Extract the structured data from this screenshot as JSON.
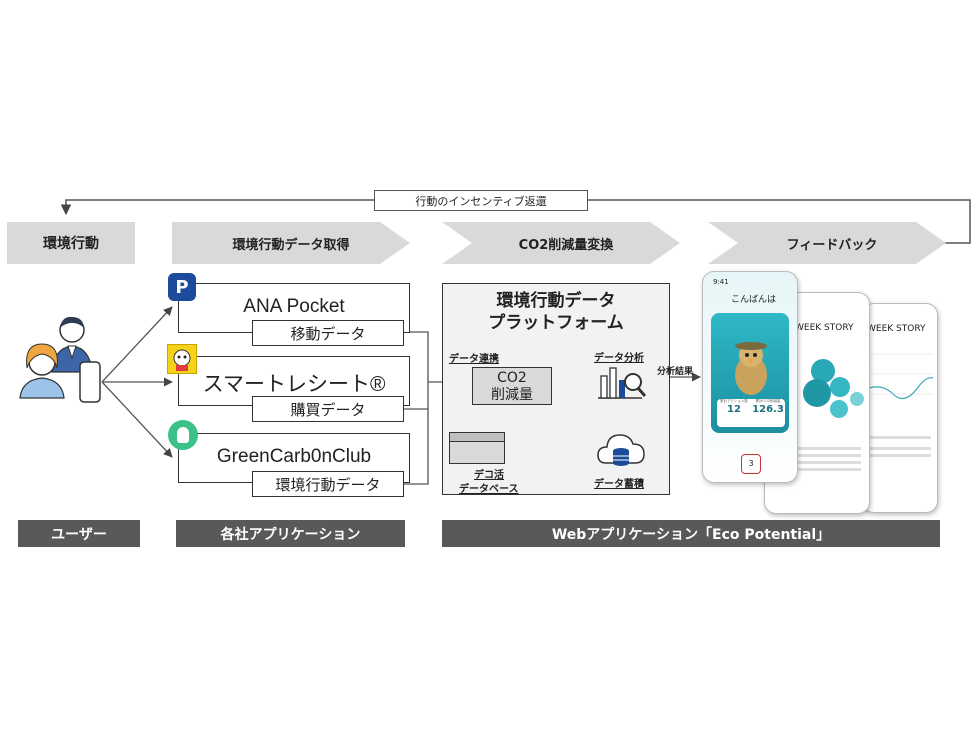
{
  "loop_label": "行動のインセンティブ返還",
  "steps": [
    {
      "label": "環境行動"
    },
    {
      "label": "環境行動データ取得"
    },
    {
      "label": "CO2削減量変換"
    },
    {
      "label": "フィードバック"
    }
  ],
  "apps": [
    {
      "name": "ANA Pocket",
      "data": "移動データ",
      "icon": "ana-pocket-logo-icon"
    },
    {
      "name": "スマートレシート®",
      "data": "購買データ",
      "icon": "smart-receipt-logo-icon"
    },
    {
      "name": "GreenCarb0nClub",
      "data": "環境行動データ",
      "icon": "green-carbon-club-logo-icon"
    }
  ],
  "platform": {
    "title_line1": "環境行動データ",
    "title_line2": "プラットフォーム",
    "data_link": "データ連携",
    "co2_line1": "CO2",
    "co2_line2": "削減量",
    "analysis": "データ分析",
    "db_line1": "デコ活",
    "db_line2": "データベース",
    "storage": "データ蓄積"
  },
  "analysis_result": "分析結果",
  "phones": {
    "front": {
      "time": "9:41",
      "greeting": "こんばんは",
      "stat1_label": "累計アクション数",
      "stat1_value": "12",
      "stat2_label": "累計CO2削減量",
      "stat2_value": "126.3",
      "nav_value": "3"
    },
    "middle": {
      "title": "WEEK STORY"
    },
    "back": {
      "title": "WEEK STORY"
    }
  },
  "bottom_labels": [
    {
      "label": "ユーザー"
    },
    {
      "label": "各社アプリケーション"
    },
    {
      "label": "Webアプリケーション「Eco Potential」"
    }
  ]
}
